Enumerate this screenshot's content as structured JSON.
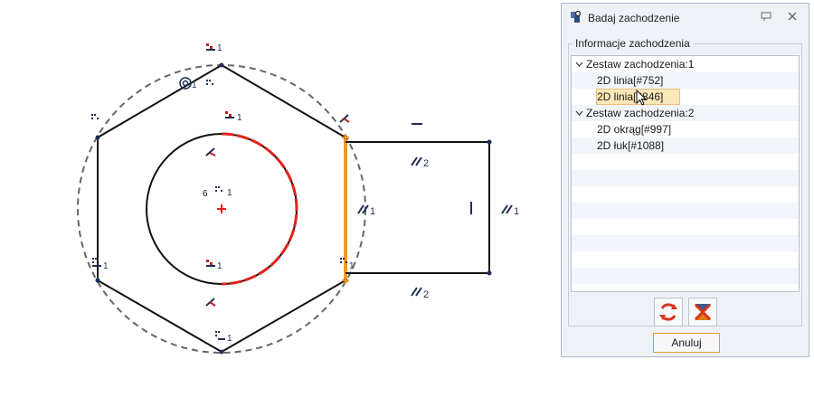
{
  "canvas": {
    "labels": {
      "par_top": "2",
      "par_bottom": "2",
      "par_hex": "1",
      "par_right": "1",
      "circle_count": "6",
      "sym_index": "1"
    }
  },
  "dialog": {
    "title": "Badaj zachodzenie",
    "group_label": "Informacje zachodzenia",
    "tree": [
      {
        "label": "Zestaw zachodzenia:1",
        "children": [
          "2D linia[#752]",
          "2D linia[#846]"
        ]
      },
      {
        "label": "Zestaw zachodzenia:2",
        "children": [
          "2D okrąg[#997]",
          "2D łuk[#1088]"
        ]
      }
    ],
    "cancel_label": "Anuluj"
  },
  "colors": {
    "highlight_orange": "#f29a1b",
    "overlap_red": "#e0201a",
    "constraint_navy": "#1b2e55",
    "selection_bg": "#fce7b8"
  }
}
